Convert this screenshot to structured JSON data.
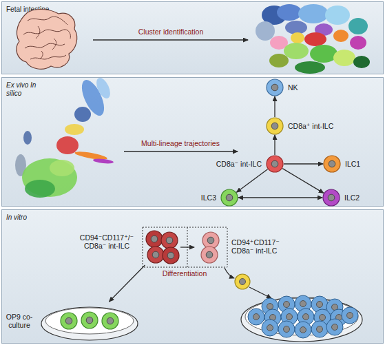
{
  "diagram": {
    "nodes": [
      {
        "text": [
          "Fetal intestine"
        ]
      },
      {
        "text": [
          "Ex vivo In silico"
        ]
      },
      {
        "text": [
          "NK"
        ],
        "in": 1
      },
      {
        "text": [
          "CD8a⁺ int-ILC"
        ],
        "in": 1
      },
      {
        "text": [
          "CD8a⁻ int-ILC"
        ],
        "in": 1
      },
      {
        "text": [
          "ILC1"
        ],
        "in": 1
      },
      {
        "text": [
          "ILC3"
        ],
        "in": 1
      },
      {
        "text": [
          "ILC2"
        ],
        "in": 1
      },
      {
        "text": [
          "In vitro"
        ]
      },
      {
        "text": [
          "CD94⁻CD117⁺/⁻ CD8a⁻ int-ILC"
        ],
        "in": 8
      },
      {
        "text": [
          "CD94⁺CD117⁻ CD8a⁻ int-ILC"
        ],
        "in": 8
      },
      {
        "text": [
          "OP9 co-culture"
        ],
        "in": 8
      }
    ],
    "edges": [
      {
        "from": 4,
        "to": 3,
        "arrow": "to"
      },
      {
        "from": 3,
        "to": 2,
        "arrow": "to"
      },
      {
        "from": 4,
        "to": 5,
        "arrow": "to"
      },
      {
        "from": 4,
        "to": 6,
        "arrow": "to"
      },
      {
        "from": 4,
        "to": 7,
        "arrow": "to"
      },
      {
        "from": 6,
        "to": 7,
        "arrow": "both"
      },
      {
        "from": 9,
        "to": 10,
        "label": "Differentiation",
        "arrow": "to"
      },
      {
        "from": 9,
        "to": 11,
        "arrow": "to"
      }
    ],
    "labels": [
      "Cluster identification",
      "Multi-lineage trajectories"
    ]
  }
}
